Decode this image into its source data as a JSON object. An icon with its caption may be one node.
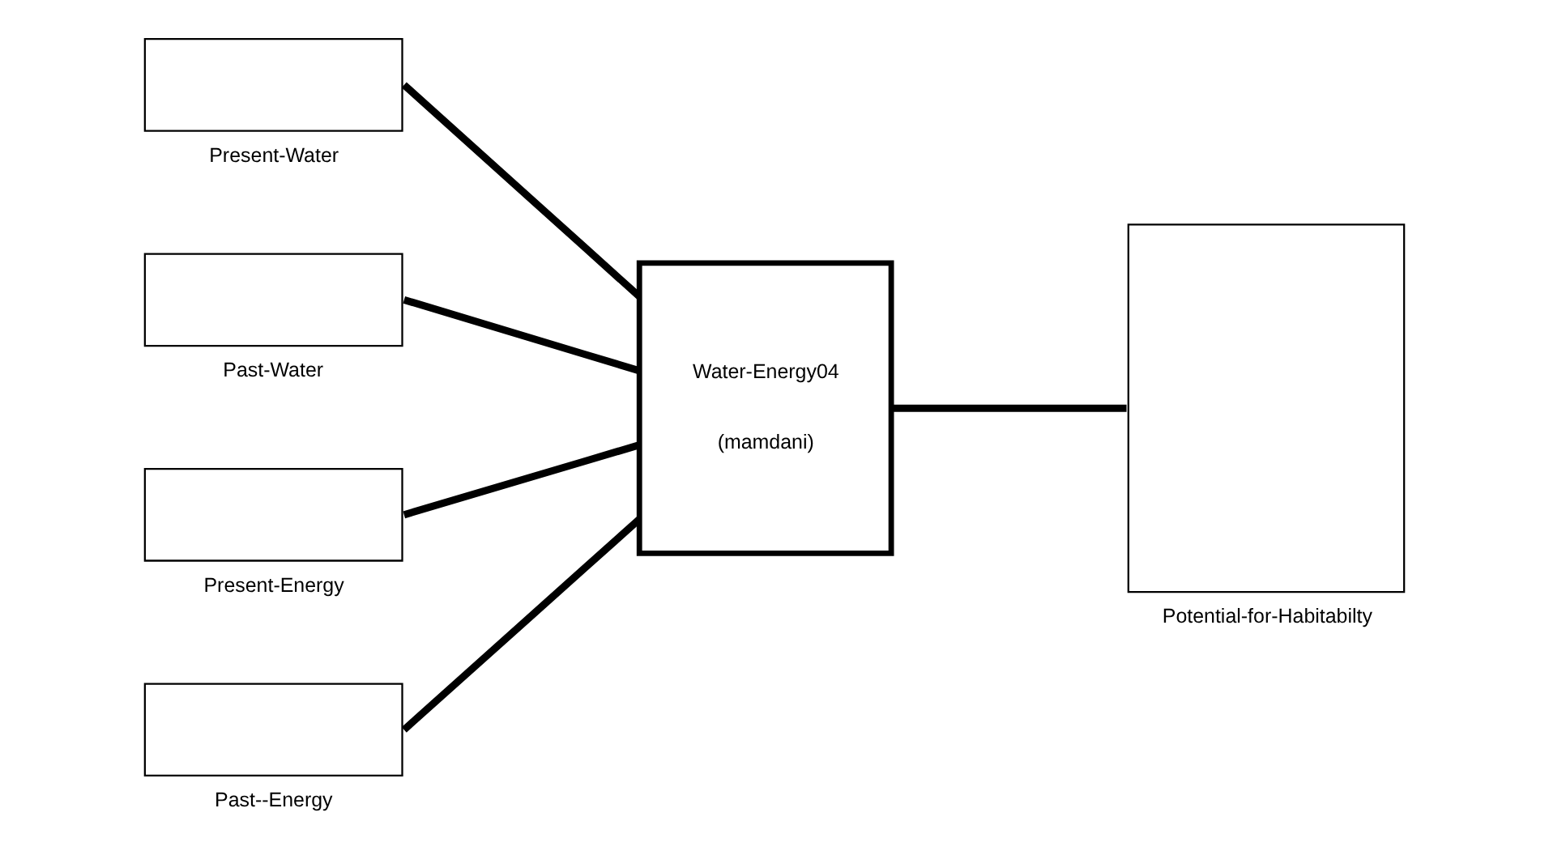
{
  "diagram": {
    "nodes": [
      {
        "text": [],
        "shape": "box",
        "beside": [
          "Present-Water"
        ]
      },
      {
        "text": [],
        "shape": "box",
        "beside": [
          "Past-Water"
        ]
      },
      {
        "text": [],
        "shape": "box",
        "beside": [
          "Present-Energy"
        ]
      },
      {
        "text": [],
        "shape": "box",
        "beside": [
          "Past--Energy"
        ]
      },
      {
        "text": [
          "Water-Energy04",
          "(mamdani)"
        ]
      },
      {
        "text": [],
        "shape": "box",
        "beside": [
          "Potential-for-Habitabilty"
        ]
      }
    ],
    "edges": [
      {
        "from": 0,
        "to": 4,
        "arrow": "none"
      },
      {
        "from": 1,
        "to": 4,
        "arrow": "none"
      },
      {
        "from": 2,
        "to": 4,
        "arrow": "none"
      },
      {
        "from": 3,
        "to": 4,
        "arrow": "none"
      },
      {
        "from": 4,
        "to": 5,
        "arrow": "none"
      }
    ]
  }
}
